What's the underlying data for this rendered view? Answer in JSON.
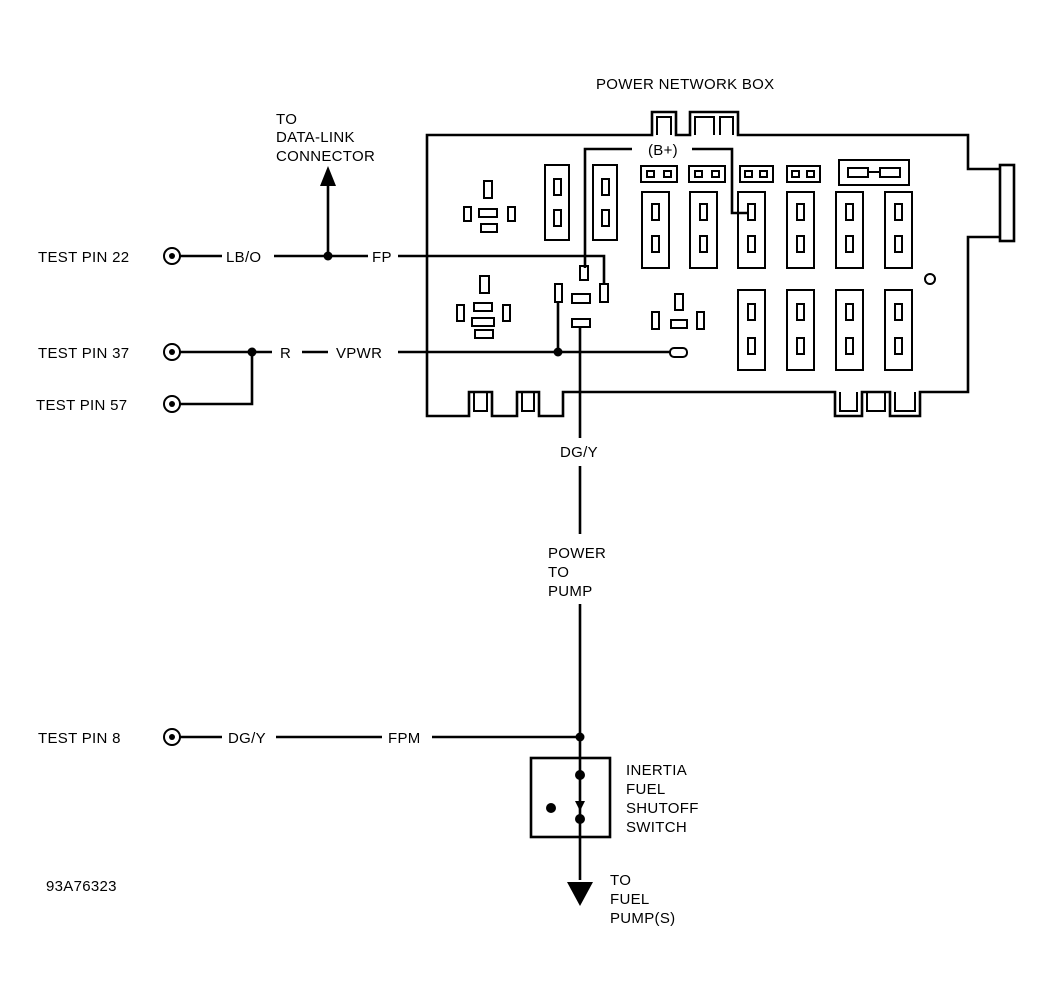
{
  "labels": {
    "box_title": "POWER NETWORK BOX",
    "data_link_1": "TO",
    "data_link_2": "DATA-LINK",
    "data_link_3": "CONNECTOR",
    "bplus": "(B+)",
    "test_pin_22": "TEST PIN 22",
    "test_pin_37": "TEST PIN 37",
    "test_pin_57": "TEST PIN 57",
    "test_pin_8": "TEST PIN 8",
    "wire_lbo": "LB/O",
    "wire_fp": "FP",
    "wire_r": "R",
    "wire_vpwr": "VPWR",
    "wire_dgy_vertical": "DG/Y",
    "power_1": "POWER",
    "power_2": "TO",
    "power_3": "PUMP",
    "wire_dgy_pin8": "DG/Y",
    "wire_fpm": "FPM",
    "inertia_1": "INERTIA",
    "inertia_2": "FUEL",
    "inertia_3": "SHUTOFF",
    "inertia_4": "SWITCH",
    "fuel_1": "TO",
    "fuel_2": "FUEL",
    "fuel_3": "PUMP(S)",
    "figure_id": "93A76323"
  }
}
